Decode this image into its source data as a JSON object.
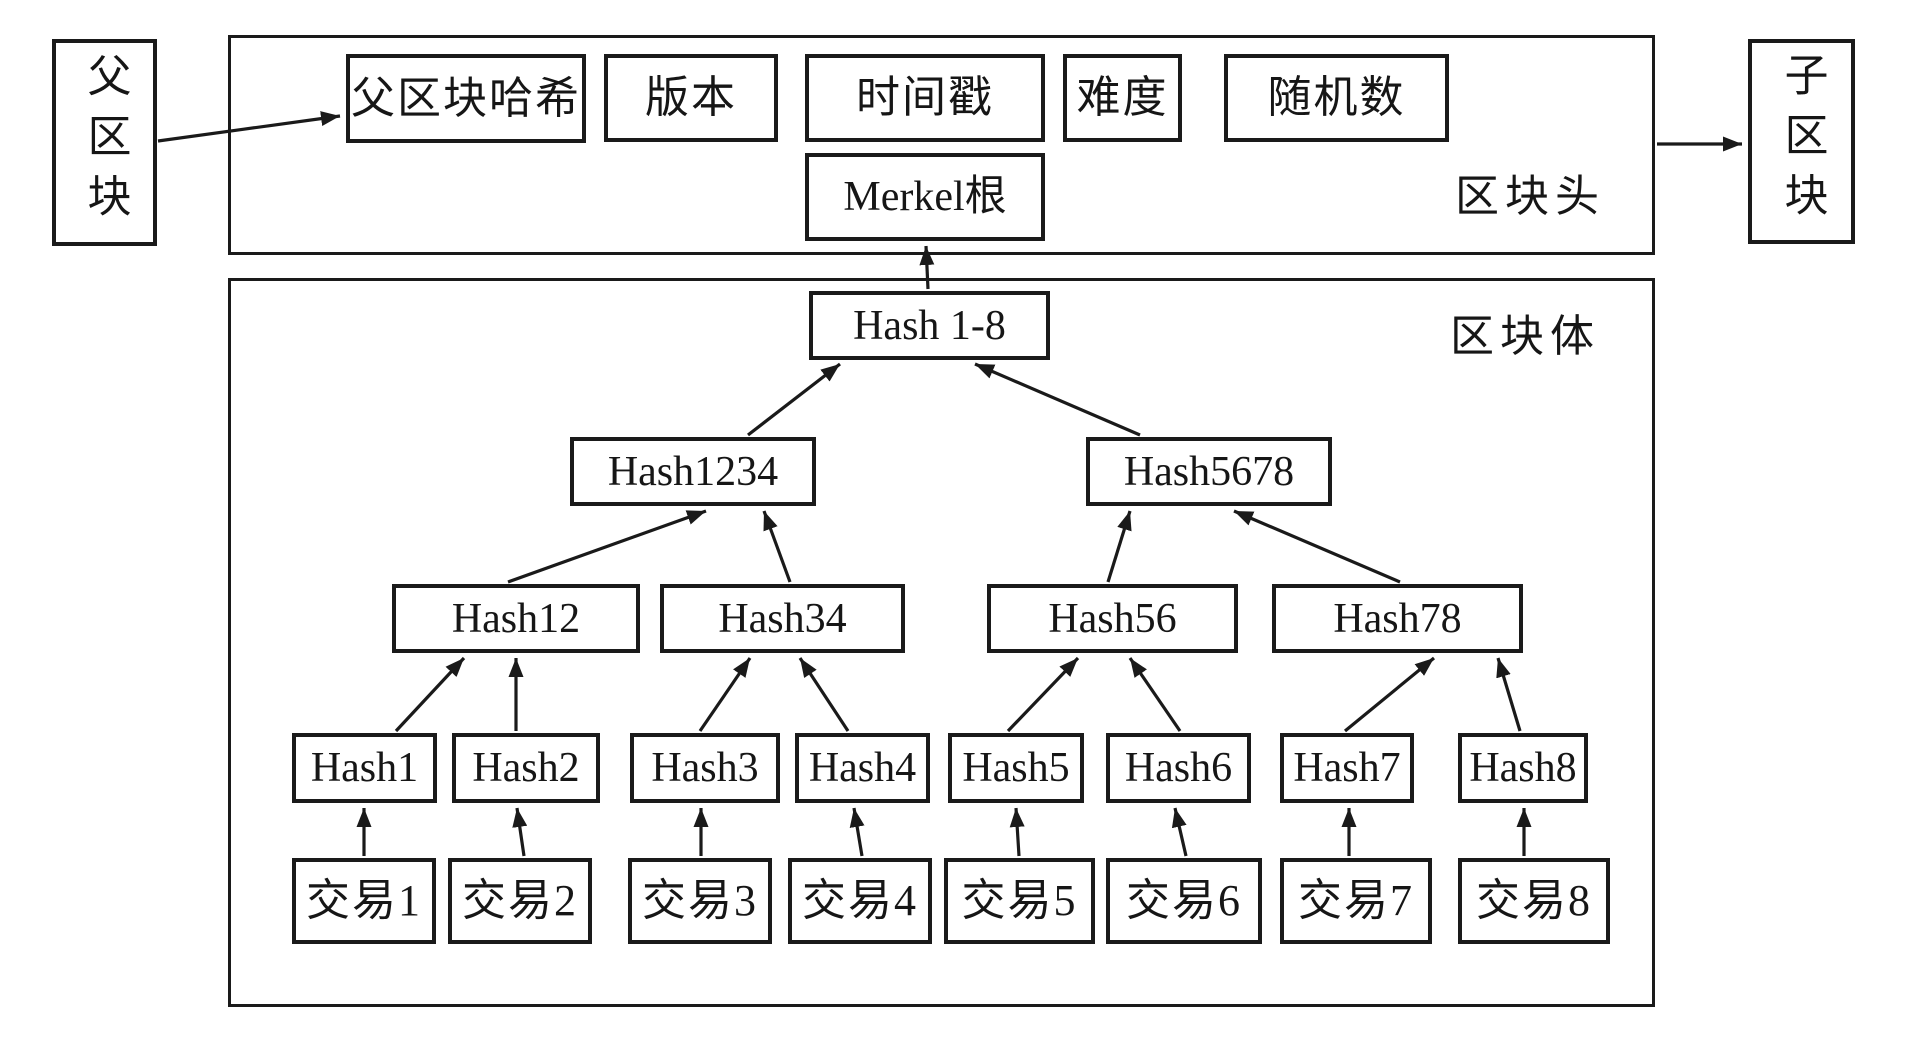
{
  "diagram_title": "blockchain-block-structure",
  "colors": {
    "ink": "#1a1a1a",
    "background": "#ffffff"
  },
  "parent_block": {
    "label": "父区块"
  },
  "child_block": {
    "label": "子区块"
  },
  "header": {
    "section_label": "区块头",
    "fields": {
      "parent_hash": "父区块哈希",
      "version": "版本",
      "timestamp": "时间戳",
      "difficulty": "难度",
      "nonce": "随机数",
      "merkle_root": "Merkel根"
    }
  },
  "body": {
    "section_label": "区块体",
    "merkle_tree": {
      "root": "Hash 1-8",
      "level2": [
        "Hash1234",
        "Hash5678"
      ],
      "level3": [
        "Hash12",
        "Hash34",
        "Hash56",
        "Hash78"
      ],
      "leaf_hashes": [
        "Hash1",
        "Hash2",
        "Hash3",
        "Hash4",
        "Hash5",
        "Hash6",
        "Hash7",
        "Hash8"
      ],
      "transactions": [
        "交易1",
        "交易2",
        "交易3",
        "交易4",
        "交易5",
        "交易6",
        "交易7",
        "交易8"
      ]
    }
  }
}
